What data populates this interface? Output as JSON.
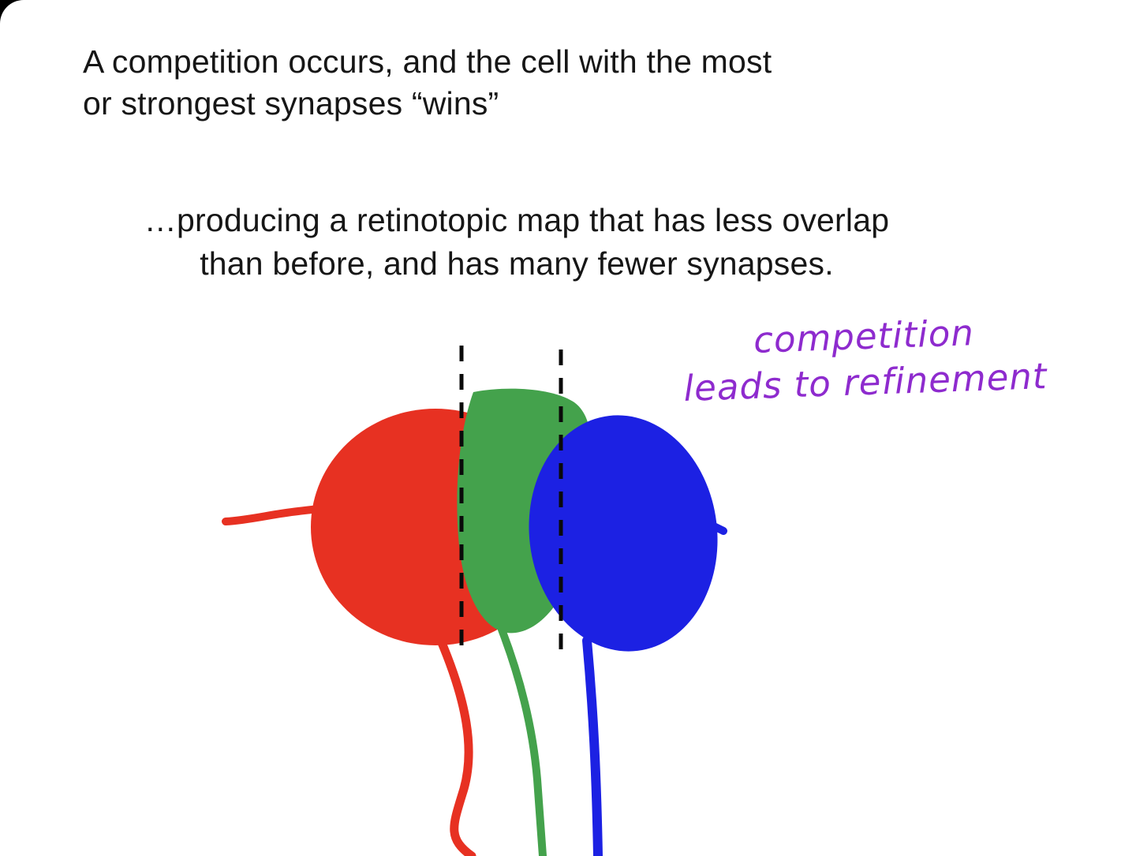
{
  "slide": {
    "heading": {
      "line1": "A competition occurs, and the cell with the most",
      "line2": "or strongest synapses “wins”"
    },
    "body": {
      "line1": "…producing a retinotopic map that has less overlap",
      "line2": "than before, and has many fewer synapses."
    },
    "annotation": {
      "line1": "competition",
      "line2": "leads to refinement",
      "color": "#8e2bce"
    },
    "diagram": {
      "colors": {
        "red": "#e73122",
        "green": "#44a24c",
        "blue": "#1c21e3",
        "dashes": "#0a0a0a"
      }
    },
    "text_color": "#161616"
  }
}
